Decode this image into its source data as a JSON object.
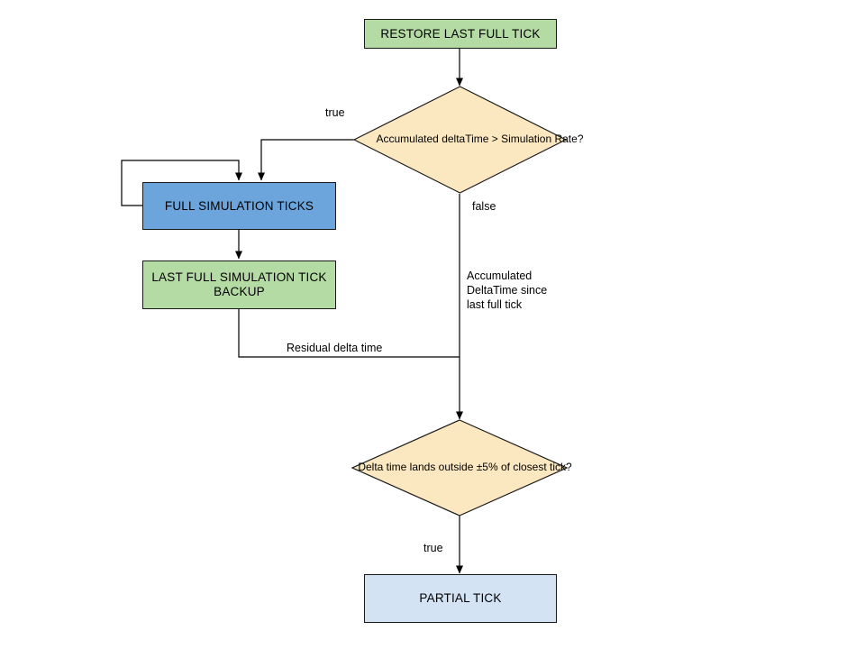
{
  "diagram": {
    "type": "flowchart",
    "background": "#ffffff",
    "colors": {
      "process_green": "#b5dba5",
      "process_blue": "#6ba5db",
      "process_light_blue": "#d4e3f3",
      "decision_tan": "#fbe8c0",
      "stroke": "#1a1a1a",
      "text": "#000000"
    },
    "nodes": {
      "restore_last_full_tick": {
        "label": "RESTORE LAST FULL TICK",
        "shape": "rectangle",
        "fill": "#b5dba5"
      },
      "accumulated_check": {
        "label": "Accumulated\ndeltaTime >\nSimulation Rate?",
        "shape": "diamond",
        "fill": "#fbe8c0"
      },
      "full_simulation_ticks": {
        "label": "FULL SIMULATION TICKS",
        "shape": "rectangle",
        "fill": "#6ba5db"
      },
      "last_full_simulation_tick_backup": {
        "label": "LAST FULL SIMULATION TICK BACKUP",
        "shape": "rectangle",
        "fill": "#b5dba5"
      },
      "delta_time_outside_check": {
        "label": "Delta time lands\noutside ±5% of\nclosest tick?",
        "shape": "diamond",
        "fill": "#fbe8c0"
      },
      "partial_tick": {
        "label": "PARTIAL TICK",
        "shape": "rectangle",
        "fill": "#d4e3f3"
      }
    },
    "edge_labels": {
      "true_upper": "true",
      "false_upper": "false",
      "accumulated_since_last": "Accumulated\nDeltaTime since\nlast full tick",
      "residual_delta_time": "Residual delta time",
      "true_lower": "true"
    }
  }
}
